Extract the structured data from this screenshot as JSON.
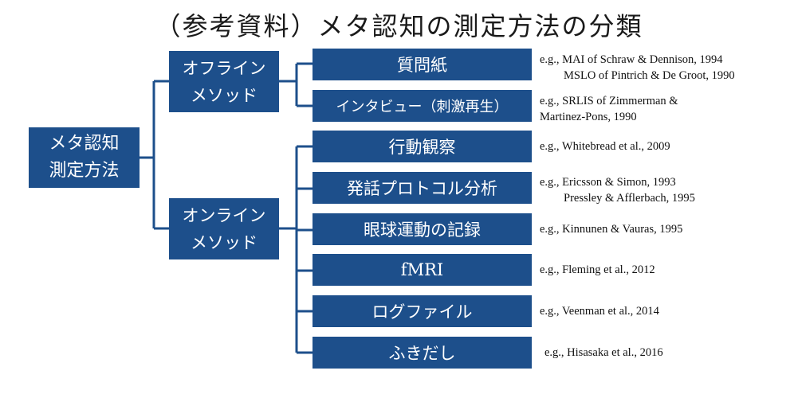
{
  "title": "（参考資料）メタ認知の測定方法の分類",
  "root": {
    "line1": "メタ認知",
    "line2": "測定方法"
  },
  "groups": [
    {
      "line1": "オフライン",
      "line2": "メソッド"
    },
    {
      "line1": "オンライン",
      "line2": "メソッド"
    }
  ],
  "methods": [
    {
      "label": "質問紙",
      "ref1": "e.g., MAI of Schraw & Dennison, 1994",
      "ref2": "MSLO of Pintrich & De Groot, 1990"
    },
    {
      "label": "インタビュー（刺激再生）",
      "ref1": "e.g., SRLIS of Zimmerman &",
      "ref2": "Martinez-Pons, 1990"
    },
    {
      "label": "行動観察",
      "ref1": "e.g., Whitebread et al., 2009",
      "ref2": ""
    },
    {
      "label": "発話プロトコル分析",
      "ref1": "e.g., Ericsson & Simon, 1993",
      "ref2": "Pressley & Afflerbach, 1995"
    },
    {
      "label": "眼球運動の記録",
      "ref1": "e.g., Kinnunen & Vauras, 1995",
      "ref2": ""
    },
    {
      "label": "fMRI",
      "ref1": "e.g., Fleming et al., 2012",
      "ref2": ""
    },
    {
      "label": "ログファイル",
      "ref1": "e.g., Veenman et al., 2014",
      "ref2": ""
    },
    {
      "label": "ふきだし",
      "ref1": "e.g., Hisasaka et al., 2016",
      "ref2": ""
    }
  ],
  "colors": {
    "box": "#1d4f8b",
    "line": "#1d4f8b"
  }
}
